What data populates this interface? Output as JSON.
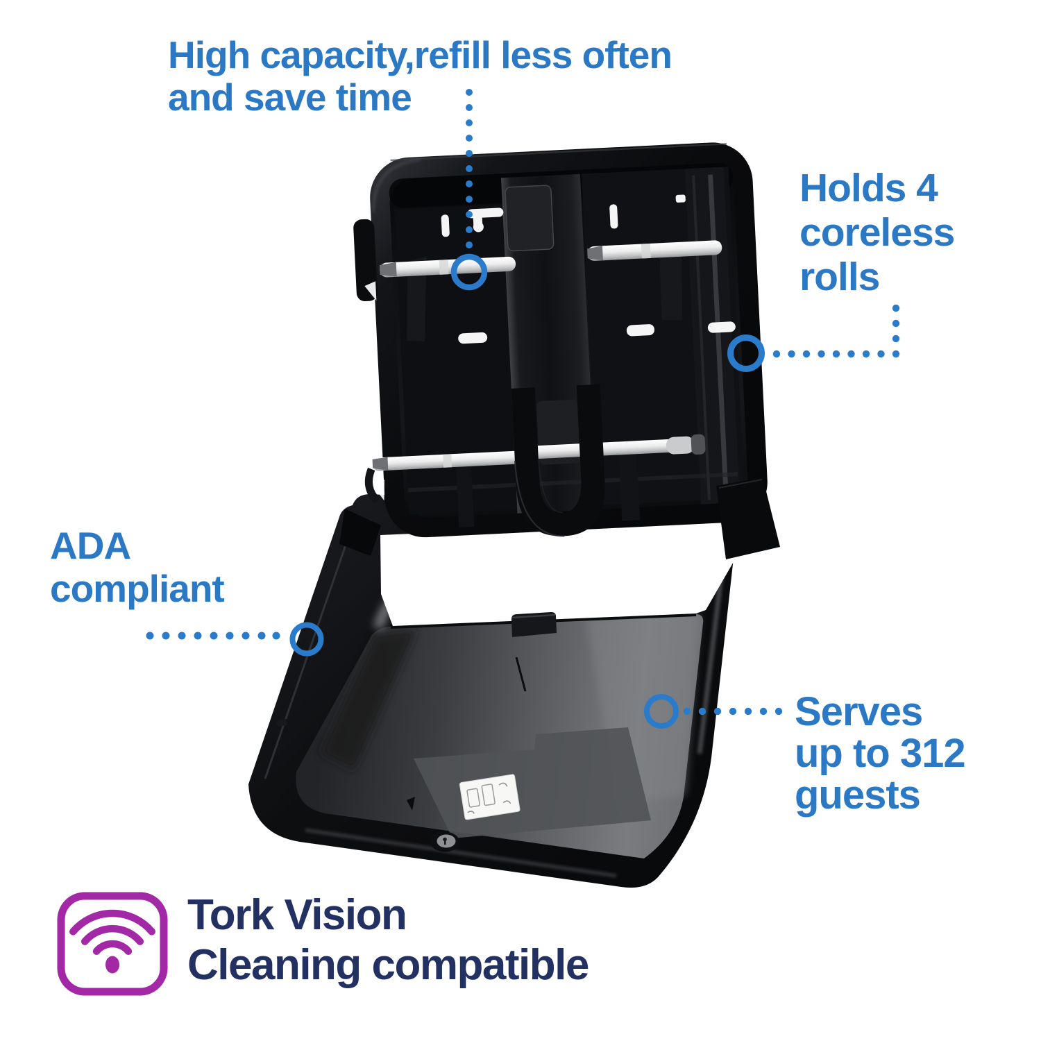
{
  "illustration": {
    "alt": "Black twin coreless toilet paper dispenser shown open with four white roll spindles and open front cover"
  },
  "colors": {
    "callout_blue": "#2b7bcb",
    "headline_blue": "#2b79c5",
    "vision_navy": "#233162",
    "badge_purple": "#a328a5",
    "dispenser_black": "#0b0c0e"
  },
  "callouts": {
    "high_capacity": {
      "line1": "High capacity,refill less often",
      "line2": "and save time"
    },
    "holds_rolls": {
      "line1": "Holds 4",
      "line2": "coreless",
      "line3": "rolls"
    },
    "ada": {
      "line1": "ADA",
      "line2": "compliant"
    },
    "serves": {
      "line1": "Serves",
      "line2": "up to 312",
      "line3": "guests"
    }
  },
  "footer": {
    "icon": "wifi-icon",
    "line1": "Tork Vision",
    "line2": "Cleaning compatible"
  }
}
